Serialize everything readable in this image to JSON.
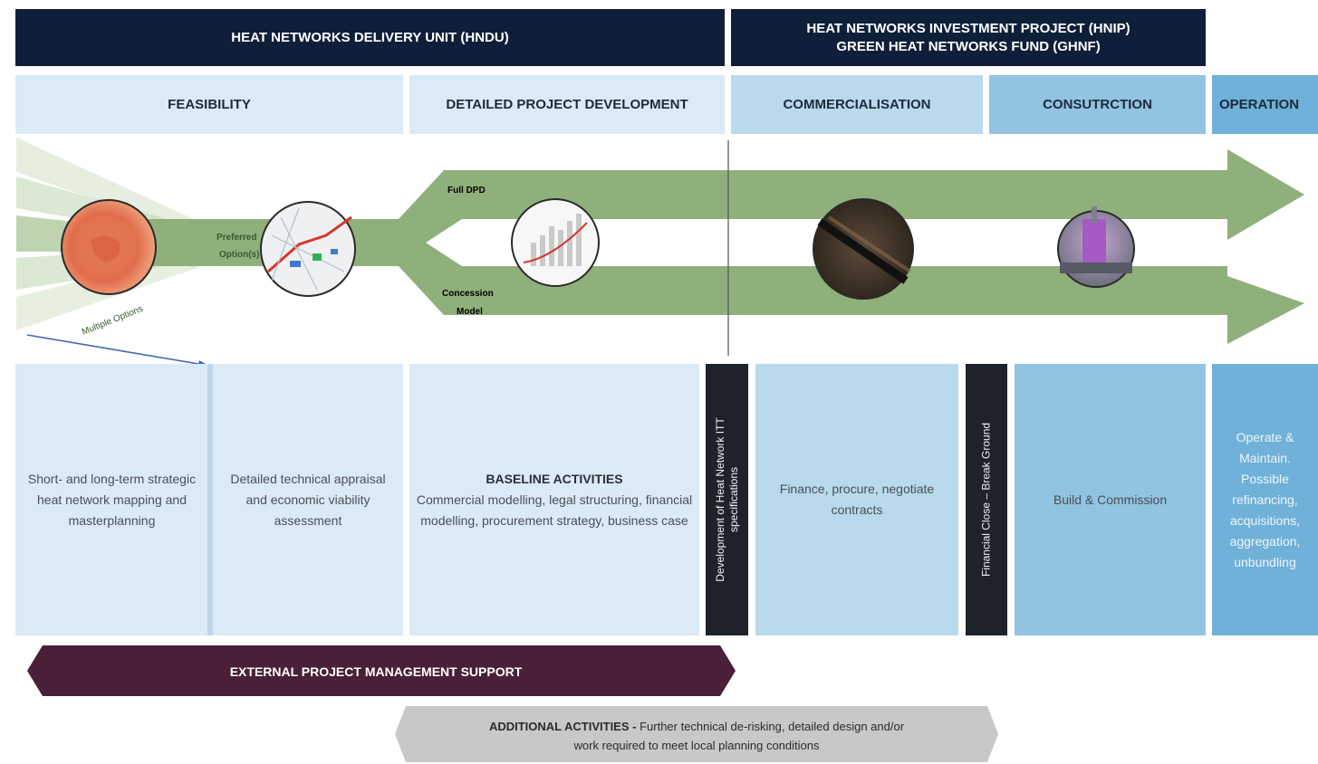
{
  "headers": {
    "hndu": "HEAT NETWORKS DELIVERY UNIT (HNDU)",
    "hnip_line1": "HEAT NETWORKS INVESTMENT PROJECT (HNIP)",
    "hnip_line2": "GREEN HEAT NETWORKS FUND (GHNF)"
  },
  "stages": {
    "feasibility": "FEASIBILITY",
    "dpd": "DETAILED PROJECT DEVELOPMENT",
    "commercialisation": "COMMERCIALISATION",
    "construction": "CONSUTRCTION",
    "operation": "OPERATION"
  },
  "flow_labels": {
    "full_dpd": "Full DPD",
    "preferred_1": "Preferred",
    "preferred_2": "Option(s)",
    "concession_1": "Concession",
    "concession_2": "Model",
    "multiple": "Multiple Options"
  },
  "activities": {
    "mapping": "Short- and long-term strategic heat network mapping and masterplanning",
    "appraisal": "Detailed technical appraisal and economic viability assessment",
    "baseline_title": "BASELINE ACTIVITIES",
    "baseline_body": "Commercial modelling, legal structuring, financial modelling, procurement strategy, business case",
    "itt_line1": "Development of Heat Network  ITT",
    "itt_line2": "specifications",
    "finance": "Finance, procure, negotiate contracts",
    "financial_close": "Financial Close – Break Ground",
    "build": "Build & Commission",
    "operate": "Operate & Maintain. Possible refinancing, acquisitions, aggregation, unbundling"
  },
  "bottom": {
    "external_pm": "EXTERNAL PROJECT MANAGEMENT SUPPORT",
    "additional_title": "ADDITIONAL ACTIVITIES -",
    "additional_body_1": " Further technical de-risking, detailed design and/or",
    "additional_body_2": "work required to meet local planning conditions"
  },
  "colors": {
    "navy": "#0f1f3a",
    "stage_light": "#dbeaf7",
    "stage_mid": "#b3d6ea",
    "stage_dark": "#8ec0e0",
    "stage_darkest": "#6aaed6",
    "green_flow": "#8fb07a",
    "purple_bar": "#4a1f3a",
    "grey_bar": "#c8c8c8"
  }
}
